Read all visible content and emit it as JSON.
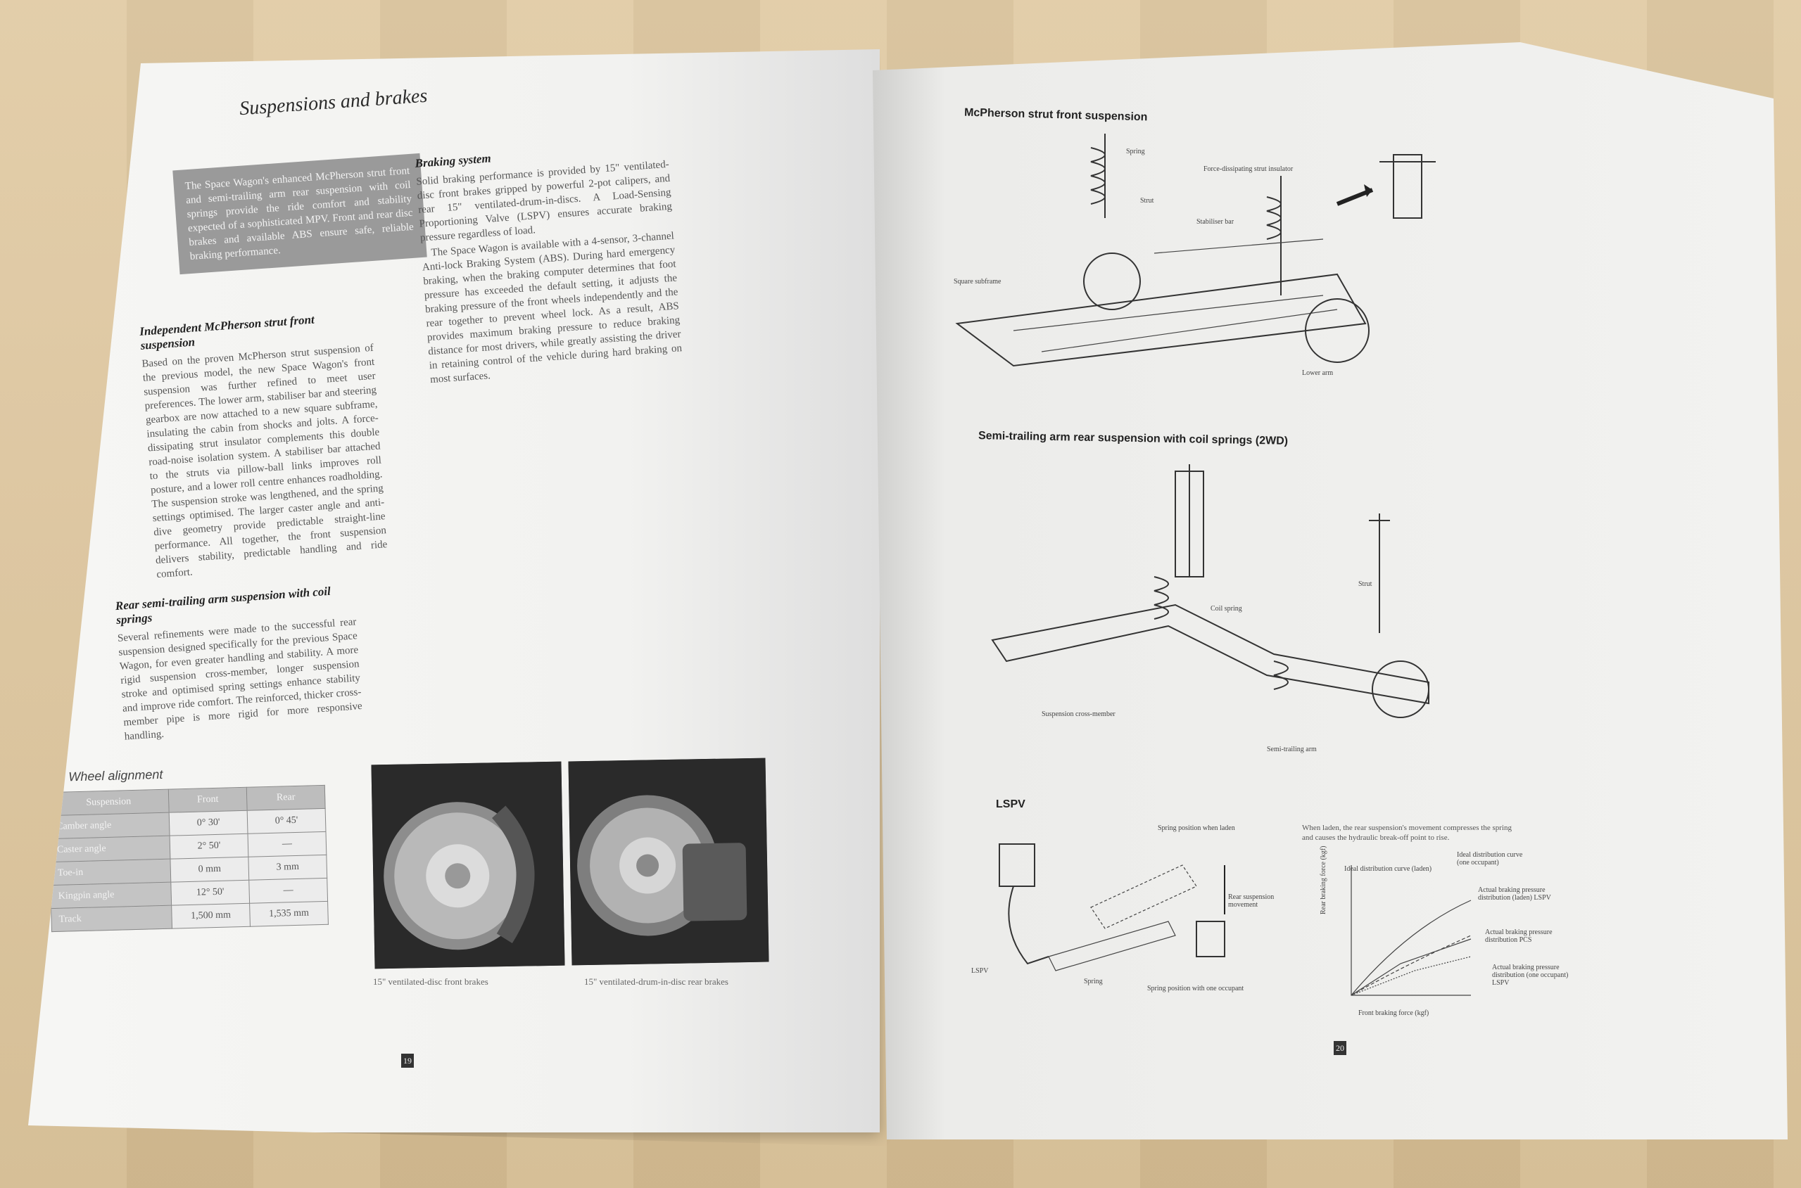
{
  "left_page": {
    "section_title": "Suspensions and brakes",
    "intro_box": "The Space Wagon's enhanced McPherson strut front and semi-trailing arm rear suspension with coil springs provide the ride comfort and stability expected of a sophisticated MPV. Front and rear disc brakes and available ABS ensure safe, reliable braking performance.",
    "front_susp_heading": "Independent McPherson strut front suspension",
    "front_susp_text": "Based on the proven McPherson strut suspension of the previous model, the new Space Wagon's front suspension was further refined to meet user preferences. The lower arm, stabiliser bar and steering gearbox are now attached to a new square subframe, insulating the cabin from shocks and jolts. A force-dissipating strut insulator complements this double road-noise isolation system. A stabiliser bar attached to the struts via pillow-ball links improves roll posture, and a lower roll centre enhances roadholding. The suspension stroke was lengthened, and the spring settings optimised. The larger caster angle and anti-dive geometry provide predictable straight-line performance. All together, the front suspension delivers stability, predictable handling and ride comfort.",
    "rear_susp_heading": "Rear semi-trailing arm suspension with coil springs",
    "rear_susp_text": "Several refinements were made to the successful rear suspension designed specifically for the previous Space Wagon, for even greater handling and stability. A more rigid suspension cross-member, longer suspension stroke and optimised spring settings enhance stability and improve ride comfort. The reinforced, thicker cross-member pipe is more rigid for more responsive handling.",
    "braking_heading": "Braking system",
    "braking_text_1": "Solid braking performance is provided by 15\" ventilated-disc front brakes gripped by powerful 2-pot calipers, and rear 15\" ventilated-drum-in-discs. A Load-Sensing Proportioning Valve (LSPV) ensures accurate braking pressure regardless of load.",
    "braking_text_2": "The Space Wagon is available with a 4-sensor, 3-channel Anti-lock Braking System (ABS). During hard emergency braking, when the braking computer determines that foot pressure has exceeded the default setting, it adjusts the braking pressure of the front wheels independently and the rear together to prevent wheel lock. As a result, ABS provides maximum braking pressure to reduce braking distance for most drivers, while greatly assisting the driver in retaining control of the vehicle during hard braking on most surfaces.",
    "wheel_alignment_title": "Wheel alignment",
    "table": {
      "headers": [
        "Suspension",
        "Front",
        "Rear"
      ],
      "rows": [
        [
          "Camber angle",
          "0° 30'",
          "0° 45'"
        ],
        [
          "Caster angle",
          "2° 50'",
          "—"
        ],
        [
          "Toe-in",
          "0 mm",
          "3 mm"
        ],
        [
          "Kingpin angle",
          "12° 50'",
          "—"
        ],
        [
          "Track",
          "1,500 mm",
          "1,535 mm"
        ]
      ]
    },
    "caption_front": "15\" ventilated-disc front brakes",
    "caption_rear": "15\" ventilated-drum-in-disc rear brakes",
    "page_number": "19"
  },
  "right_page": {
    "front_title": "McPherson strut front suspension",
    "front_labels": {
      "spring": "Spring",
      "strut": "Strut",
      "insulator": "Force-dissipating strut insulator",
      "stabiliser": "Stabiliser bar",
      "subframe": "Square subframe",
      "lower_arm": "Lower arm"
    },
    "rear_title": "Semi-trailing arm rear suspension with coil springs (2WD)",
    "rear_labels": {
      "coil_spring": "Coil spring",
      "strut": "Strut",
      "cross_member": "Suspension cross-member",
      "semi_trailing_arm": "Semi-trailing arm"
    },
    "lspv_title": "LSPV",
    "lspv_labels": {
      "spring_laden": "Spring position when laden",
      "rear_movement": "Rear suspension movement",
      "lspv": "LSPV",
      "spring": "Spring",
      "spring_one": "Spring position with one occupant"
    },
    "lspv_note": "When laden, the rear suspension's movement compresses the spring and causes the hydraulic break-off point to rise.",
    "chart": {
      "ylabel": "Rear braking force (kgf)",
      "xlabel": "Front braking force (kgf)",
      "ideal_laden": "Ideal distribution curve (laden)",
      "ideal_one": "Ideal distribution curve (one occupant)",
      "actual_laden": "Actual braking pressure distribution (laden) LSPV",
      "actual_pcs": "Actual braking pressure distribution PCS",
      "actual_one": "Actual braking pressure distribution (one occupant) LSPV"
    },
    "page_number": "20"
  }
}
